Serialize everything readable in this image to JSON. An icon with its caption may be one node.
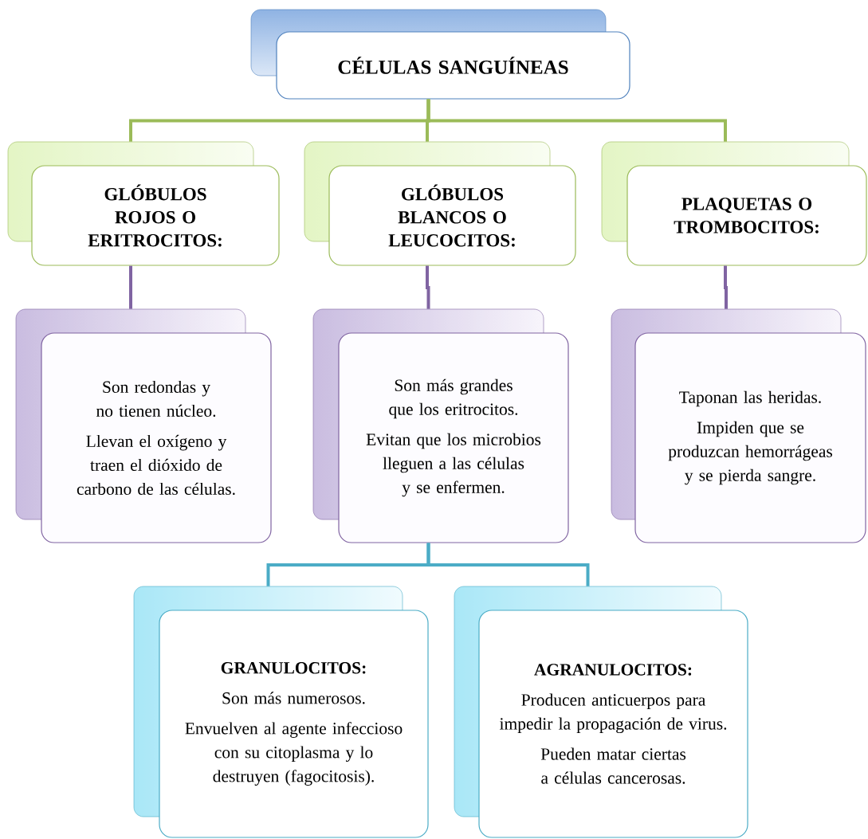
{
  "diagram": {
    "nodes": [
      {
        "text": [
          "CÉLULAS SANGUÍNEAS"
        ]
      },
      {
        "text": [
          "GLÓBULOS ROJOS O ERITROCITOS:"
        ]
      },
      {
        "text": [
          "GLÓBULOS BLANCOS O LEUCOCITOS:"
        ]
      },
      {
        "text": [
          "PLAQUETAS O TROMBOCITOS:"
        ]
      },
      {
        "text": [
          "Son redondas y no tienen núcleo.",
          "Llevan el oxígeno y traen el dióxido de carbono de las células."
        ]
      },
      {
        "text": [
          "Son más grandes que los eritrocitos.",
          "Evitan que los microbios lleguen a las células y se enfermen."
        ]
      },
      {
        "text": [
          "Taponan las heridas.",
          "Impiden que se produzcan hemorrágeas y se pierda sangre."
        ]
      },
      {
        "text": [
          "GRANULOCITOS:",
          "Son más numerosos.",
          "Envuelven al agente infeccioso con su citoplasma y lo destruyen (fagocitosis)."
        ]
      },
      {
        "text": [
          "AGRANULOCITOS:",
          "Producen anticuerpos para impedir la propagación de virus.",
          "Pueden matar ciertas a células cancerosas."
        ]
      }
    ],
    "edges": [
      {
        "from": 0,
        "to": 1,
        "arrow": "none",
        "color": "#9bbb59"
      },
      {
        "from": 0,
        "to": 2,
        "arrow": "none",
        "color": "#9bbb59"
      },
      {
        "from": 0,
        "to": 3,
        "arrow": "none",
        "color": "#9bbb59"
      },
      {
        "from": 1,
        "to": 4,
        "arrow": "none",
        "color": "#8064a2"
      },
      {
        "from": 2,
        "to": 5,
        "arrow": "none",
        "color": "#8064a2"
      },
      {
        "from": 3,
        "to": 6,
        "arrow": "none",
        "color": "#8064a2"
      },
      {
        "from": 5,
        "to": 7,
        "arrow": "none",
        "color": "#4bacc6"
      },
      {
        "from": 5,
        "to": 8,
        "arrow": "none",
        "color": "#4bacc6"
      }
    ]
  }
}
